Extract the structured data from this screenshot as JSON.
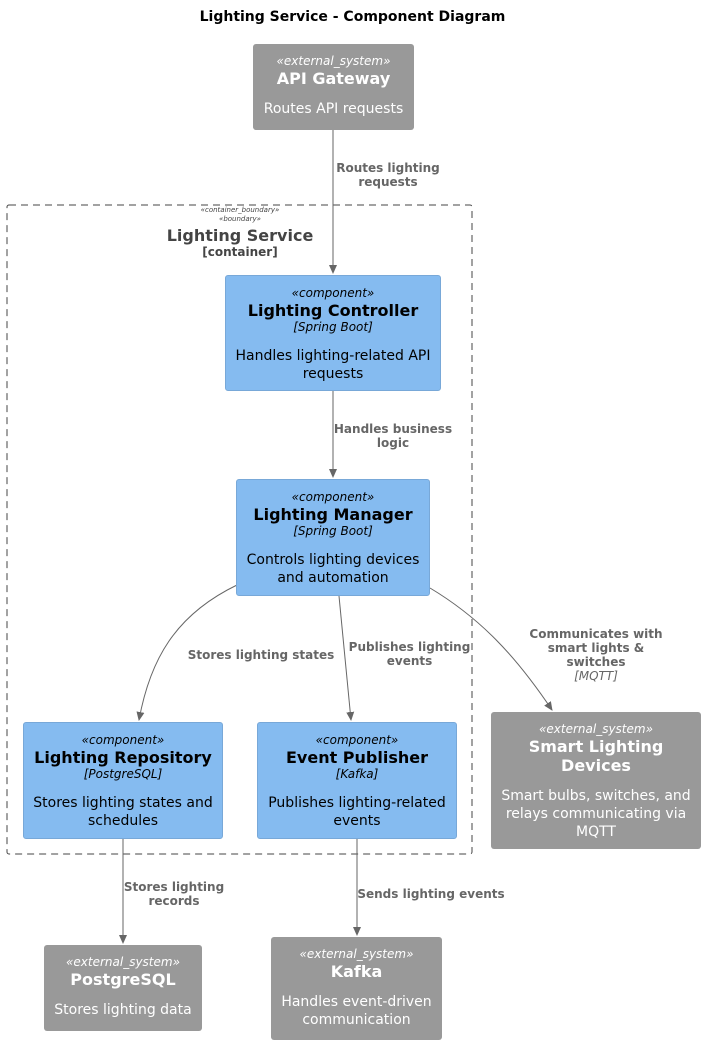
{
  "title": "Lighting Service - Component Diagram",
  "boundary": {
    "stereotype_1": "«container_boundary»",
    "stereotype_2": "«boundary»",
    "name": "Lighting Service",
    "type": "[container]"
  },
  "nodes": {
    "api_gateway": {
      "stereotype": "«external_system»",
      "name": "API Gateway",
      "description": "Routes API requests"
    },
    "lighting_controller": {
      "stereotype": "«component»",
      "name": "Lighting Controller",
      "technology": "[Spring Boot]",
      "description_1": "Handles lighting-related API",
      "description_2": "requests"
    },
    "lighting_manager": {
      "stereotype": "«component»",
      "name": "Lighting Manager",
      "technology": "[Spring Boot]",
      "description_1": "Controls lighting devices",
      "description_2": "and automation"
    },
    "lighting_repository": {
      "stereotype": "«component»",
      "name": "Lighting Repository",
      "technology": "[PostgreSQL]",
      "description_1": "Stores lighting states and",
      "description_2": "schedules"
    },
    "event_publisher": {
      "stereotype": "«component»",
      "name": "Event Publisher",
      "technology": "[Kafka]",
      "description_1": "Publishes lighting-related",
      "description_2": "events"
    },
    "smart_lighting": {
      "stereotype": "«external_system»",
      "name_1": "Smart Lighting",
      "name_2": "Devices",
      "description_1": "Smart bulbs, switches, and",
      "description_2": "relays communicating via",
      "description_3": "MQTT"
    },
    "postgresql": {
      "stereotype": "«external_system»",
      "name": "PostgreSQL",
      "description": "Stores lighting data"
    },
    "kafka": {
      "stereotype": "«external_system»",
      "name": "Kafka",
      "description_1": "Handles event-driven",
      "description_2": "communication"
    }
  },
  "edges": {
    "gateway_to_controller": {
      "line_1": "Routes lighting",
      "line_2": "requests"
    },
    "controller_to_manager": {
      "line_1": "Handles business",
      "line_2": "logic"
    },
    "manager_to_repository": {
      "line_1": "Stores lighting states"
    },
    "manager_to_publisher": {
      "line_1": "Publishes lighting",
      "line_2": "events"
    },
    "manager_to_smart": {
      "line_1": "Communicates with",
      "line_2": "smart lights &",
      "line_3": "switches",
      "technology": "[MQTT]"
    },
    "repository_to_postgres": {
      "line_1": "Stores lighting",
      "line_2": "records"
    },
    "publisher_to_kafka": {
      "line_1": "Sends lighting events"
    }
  },
  "colors": {
    "external_system": "#999999",
    "component": "#85bbf0",
    "edge": "#666666"
  }
}
